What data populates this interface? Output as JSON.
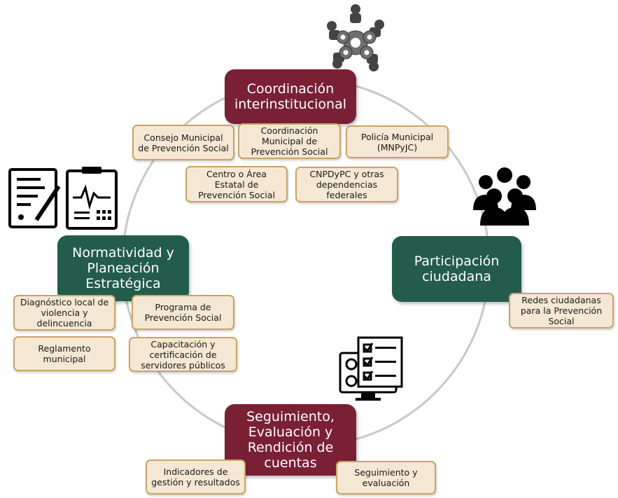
{
  "nodes": {
    "coordinacion": "Coordinación interinstitucional",
    "participacion": "Participación ciudadana",
    "normatividad": "Normatividad y Planeación Estratégica",
    "seguimiento": "Seguimiento, Evaluación y Rendición de cuentas"
  },
  "sub": {
    "consejo": "Consejo Municipal de Prevención Social",
    "coord_municipal": "Coordinación Municipal de Prevención Social",
    "policia": "Policía Municipal (MNPyJC)",
    "centro": "Centro o Área Estatal de Prevención Social",
    "cnpdypc": "CNPDyPC y otras dependencias federales",
    "redes": "Redes ciudadanas para la Prevención Social",
    "diagnostico": "Diagnóstico local de violencia y delincuencia",
    "programa": "Programa de Prevención Social",
    "reglamento": "Reglamento municipal",
    "capacitacion": "Capacitación y certificación de servidores públicos",
    "indicadores": "Indicadores de gestión y resultados",
    "seguimiento_eval": "Seguimiento y evaluación"
  },
  "icons": [
    "gears-team-icon",
    "documents-icon",
    "people-group-icon",
    "survey-computer-icon"
  ],
  "colors": {
    "maroon": "#7a2035",
    "green": "#245c4b",
    "box_fill": "#f4e7d3",
    "box_border": "#c9a46a",
    "ring": "#c8c8c8"
  }
}
